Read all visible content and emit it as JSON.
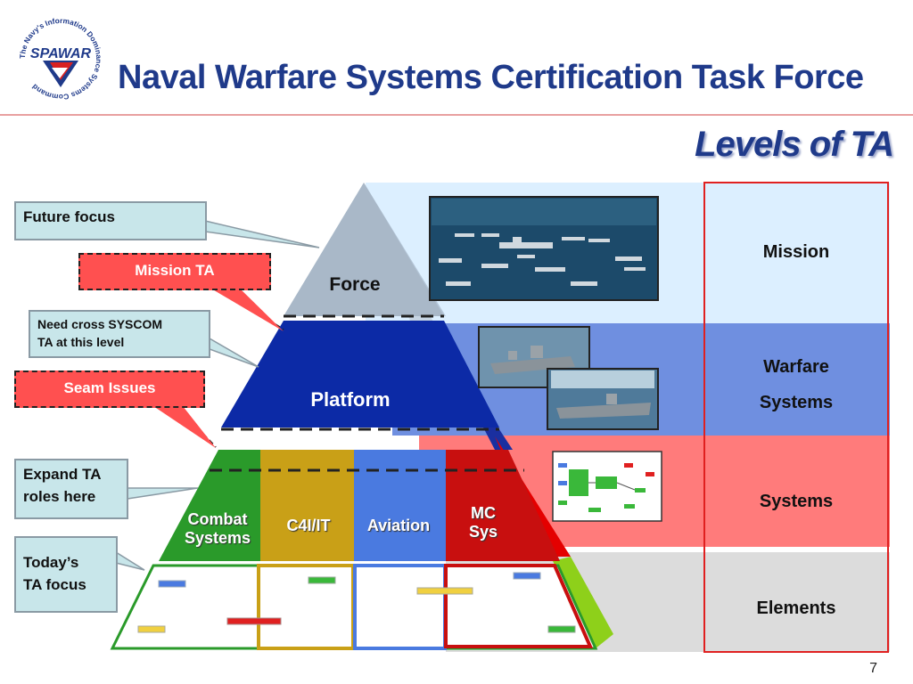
{
  "header": {
    "title": "Naval Warfare Systems Certification Task Force",
    "subtitle": "Levels of TA",
    "logo_text": "SPAWAR",
    "logo_ring_text": "The Navy's Information Dominance Systems Command"
  },
  "levels": {
    "mission": "Mission",
    "warfare_line1": "Warfare",
    "warfare_line2": "Systems",
    "systems": "Systems",
    "elements": "Elements"
  },
  "pyramid": {
    "force": "Force",
    "platform": "Platform",
    "columns": [
      {
        "line1": "Combat",
        "line2": "Systems"
      },
      {
        "line1": "C4I/IT",
        "line2": ""
      },
      {
        "line1": "Aviation",
        "line2": ""
      },
      {
        "line1": "MC",
        "line2": "Sys"
      }
    ]
  },
  "callouts": {
    "future_focus": "Future focus",
    "mission_ta": "Mission TA",
    "need_cross_line1": "Need cross SYSCOM",
    "need_cross_line2": "TA at this level",
    "seam_issues": "Seam Issues",
    "expand_line1": "Expand TA",
    "expand_line2": "roles here",
    "today_line1": "Today’s",
    "today_line2": "TA focus"
  },
  "page_number": "7",
  "colors": {
    "title": "#1f3a8a",
    "mission_band": "#dcefff",
    "warfare_band": "#6f8fe0",
    "systems_band": "#ff7b7b",
    "elements_band": "#dcdcdc",
    "force": "#a9b8c8",
    "platform": "#0c2aa6",
    "combat": "#2a9a2a",
    "c4i": "#c9a017",
    "aviation": "#4a7ae0",
    "mcsys": "#c80f0f",
    "callout_fill": "#c8e6ea",
    "redbox_fill": "#ff5050"
  }
}
